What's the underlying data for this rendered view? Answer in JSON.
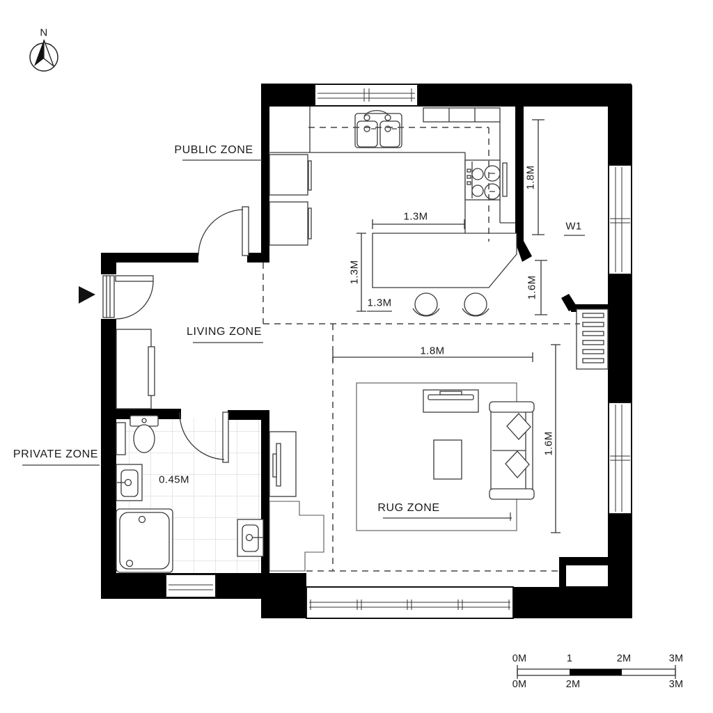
{
  "compass": {
    "north_label": "N"
  },
  "zones": {
    "public": {
      "label": "PUBLIC ZONE"
    },
    "living": {
      "label": "LIVING ZONE"
    },
    "private": {
      "label": "PRIVATE ZONE"
    },
    "rug": {
      "label": "RUG ZONE"
    }
  },
  "labels": {
    "window": "W1",
    "bath_clearance": "0.45M"
  },
  "dimensions": {
    "kitchen_right_height": "1.8M",
    "kitchen_pass_height": "1.6M",
    "island_top_width": "1.3M",
    "island_left_depth": "1.3M",
    "island_bottom": "1.3M",
    "rug_top_width": "1.8M",
    "rug_right_height": "1.6M"
  },
  "scale_bar": {
    "top": [
      "0M",
      "1",
      "2M",
      "3M"
    ],
    "bottom": [
      "0M",
      "2M",
      "3M"
    ]
  },
  "colors": {
    "wall": "#000000",
    "line": "#3a3a3a",
    "text": "#1a1a1a"
  }
}
